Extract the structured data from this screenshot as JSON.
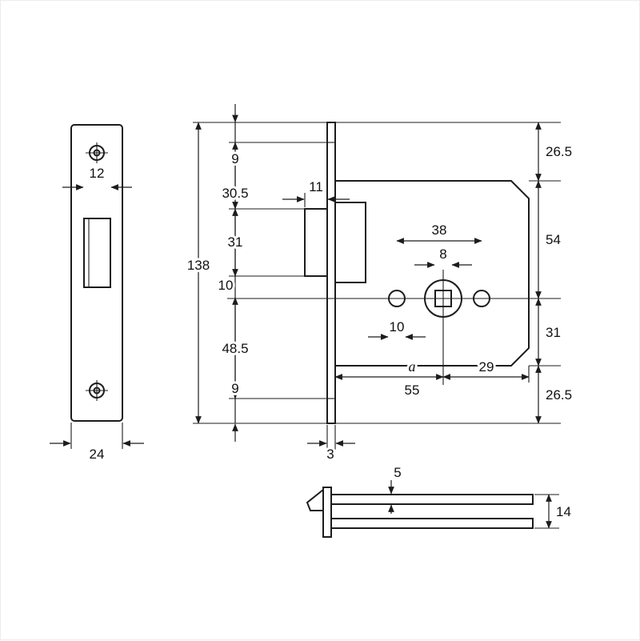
{
  "front_view": {
    "cutout_width": "12",
    "plate_width": "24"
  },
  "side_view": {
    "overall_height": "138",
    "seg_top": "9",
    "seg_hole_to_bolt": "30.5",
    "seg_bolt_height": "31",
    "seg_bolt_to_center": "10",
    "seg_center_to_hole": "48.5",
    "seg_bottom": "9",
    "right_top": "26.5",
    "right_upper": "54",
    "right_lower": "31",
    "right_bottom": "26.5",
    "bolt_protrusion": "11",
    "hole_spacing": "38",
    "spindle_square": "8",
    "hole_diameter": "10",
    "backset_label": "a",
    "backset_value": "55",
    "center_to_back": "29",
    "faceplate_thickness": "3"
  },
  "plan_view": {
    "plate_thickness": "5",
    "case_depth": "14"
  },
  "colors": {
    "line": "#1c1c1c",
    "background": "#ffffff"
  }
}
